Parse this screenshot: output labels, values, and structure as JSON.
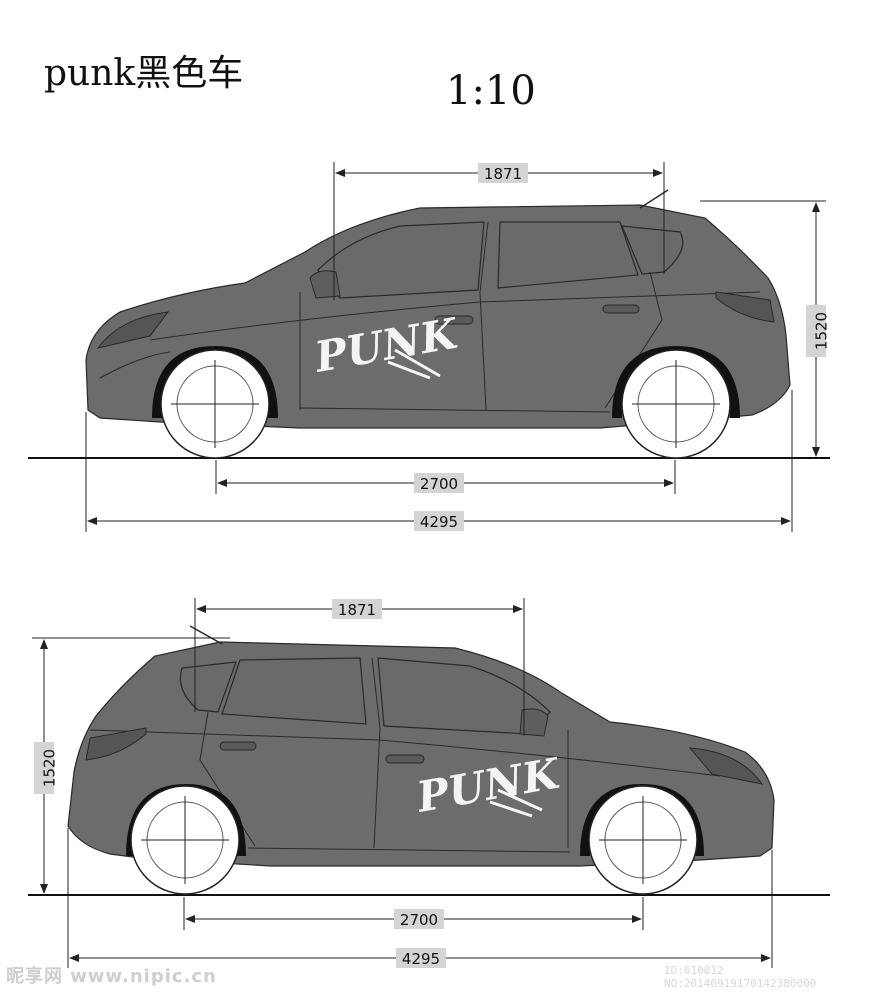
{
  "header": {
    "title": "punk黑色车",
    "scale": "1:10"
  },
  "views": [
    {
      "id": "left-profile",
      "decal": "PUNK",
      "dimensions": {
        "roof_length": "1871",
        "height": "1520",
        "wheelbase": "2700",
        "overall_length": "4295"
      }
    },
    {
      "id": "right-profile",
      "decal": "PUNK",
      "dimensions": {
        "roof_length": "1871",
        "height": "1520",
        "wheelbase": "2700",
        "overall_length": "4295"
      }
    }
  ],
  "watermark": {
    "site": "昵享网 www.nipic.cn",
    "id_text": "ID:610812 NO:20140919170142380000"
  },
  "colors": {
    "body": "#6c6c6c",
    "outline": "#2a2a2a",
    "label_box": "#d4d4d4",
    "background": "#ffffff"
  }
}
